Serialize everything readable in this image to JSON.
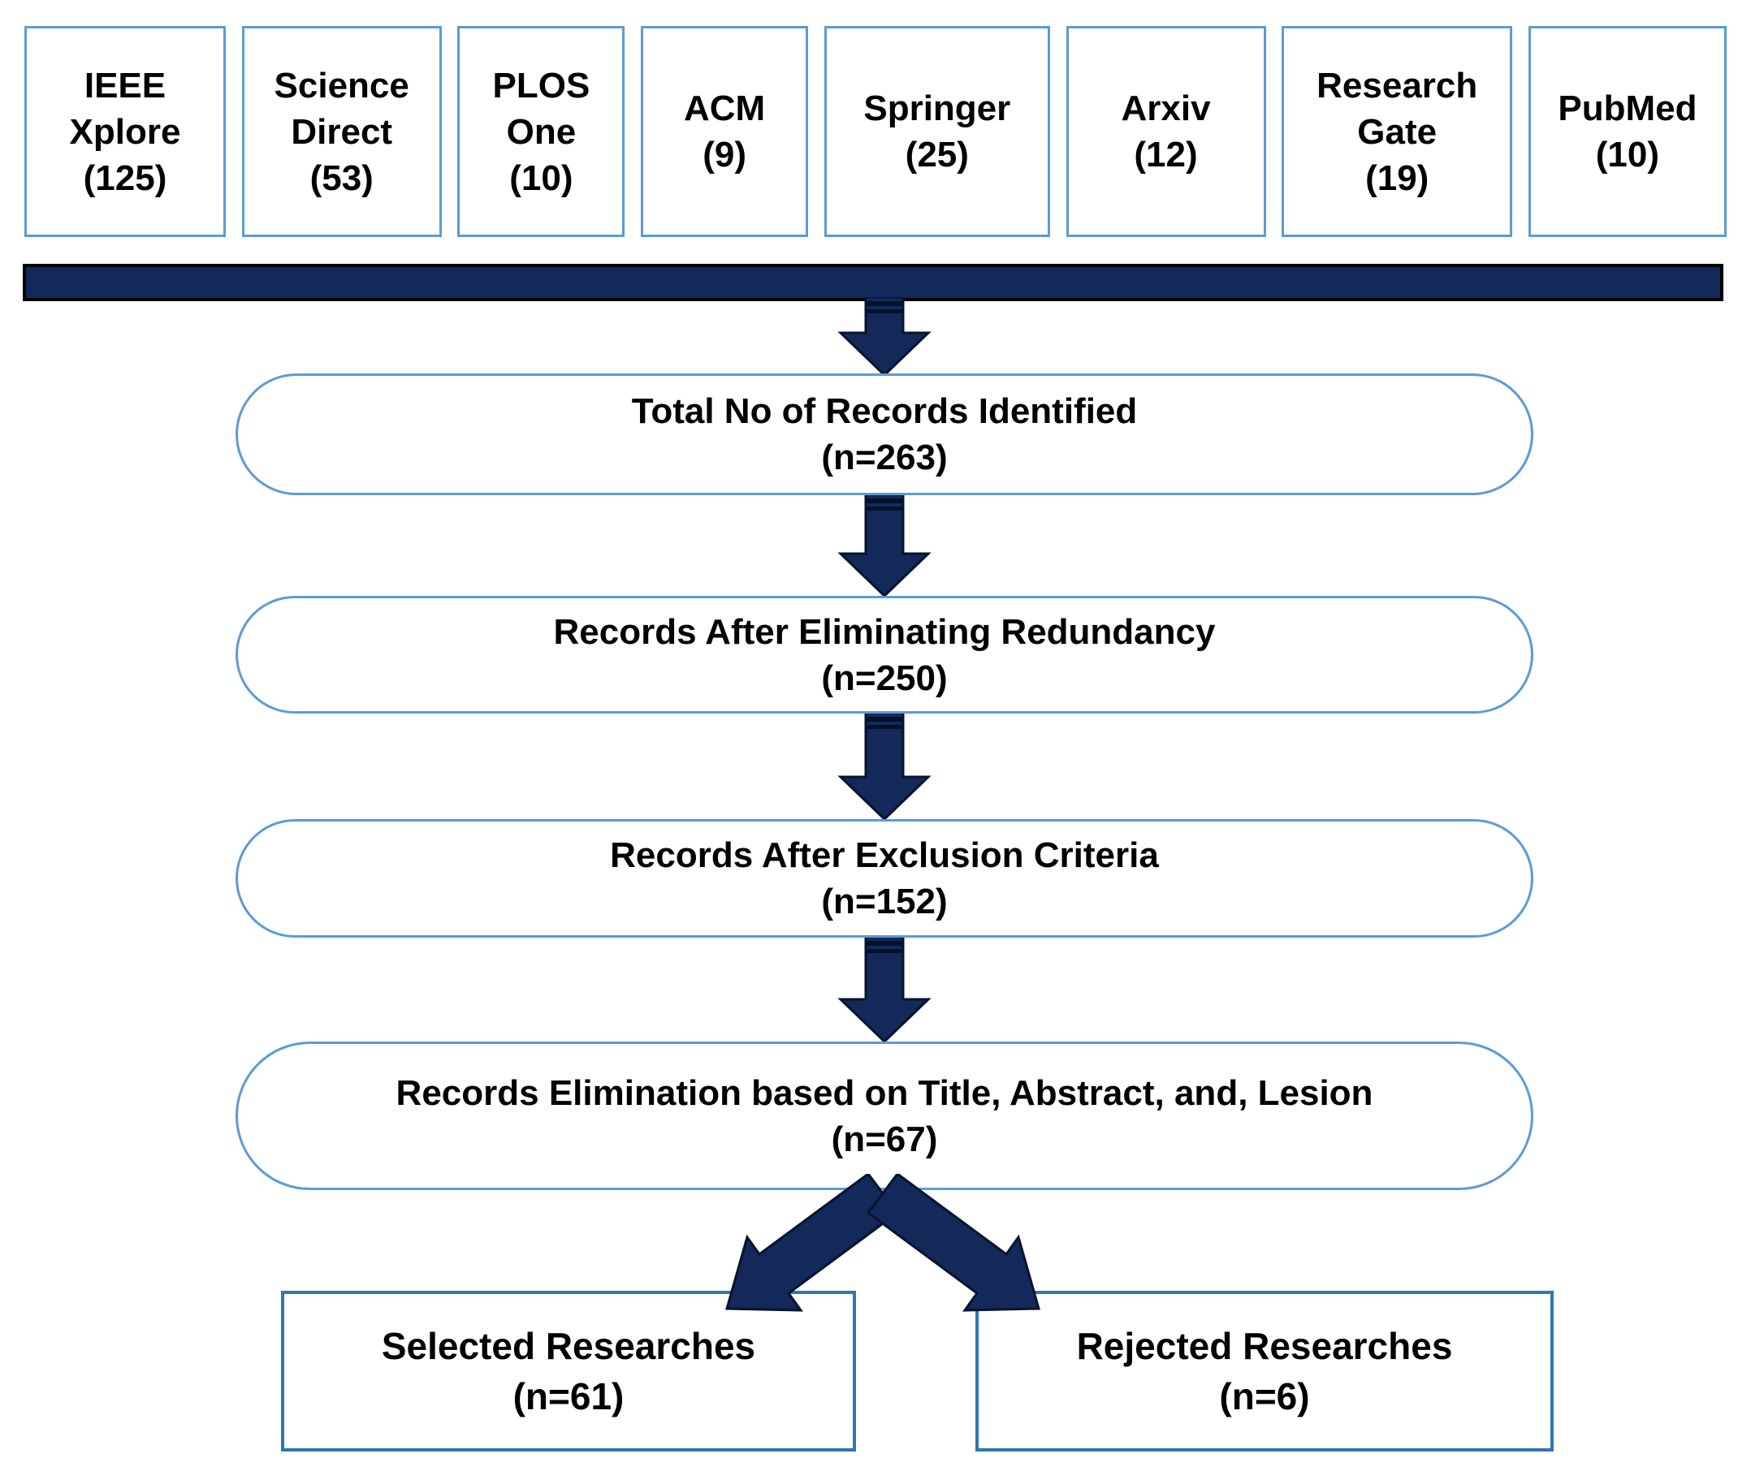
{
  "colors": {
    "navy_arrow": "#12295A",
    "light_blue_border": "#5B9BD5",
    "strong_blue_border": "#2E75B6",
    "text": "#000000",
    "background": "#FFFFFF"
  },
  "sources": [
    {
      "name": "IEEE Xplore",
      "count": 125,
      "display": "IEEE\nXplore\n(125)"
    },
    {
      "name": "Science Direct",
      "count": 53,
      "display": "Science\nDirect\n(53)"
    },
    {
      "name": "PLOS One",
      "count": 10,
      "display": "PLOS\nOne\n(10)"
    },
    {
      "name": "ACM",
      "count": 9,
      "display": "ACM\n(9)"
    },
    {
      "name": "Springer",
      "count": 25,
      "display": "Springer\n(25)"
    },
    {
      "name": "Arxiv",
      "count": 12,
      "display": "Arxiv\n(12)"
    },
    {
      "name": "Research Gate",
      "count": 19,
      "display": "Research\nGate\n(19)"
    },
    {
      "name": "PubMed",
      "count": 10,
      "display": "PubMed\n(10)"
    }
  ],
  "stages": [
    {
      "title": "Total No of Records Identified",
      "n": "(n=263)"
    },
    {
      "title": "Records After Eliminating Redundancy",
      "n": "(n=250)"
    },
    {
      "title": "Records After Exclusion Criteria",
      "n": "(n=152)"
    },
    {
      "title": "Records Elimination based on Title, Abstract, and, Lesion",
      "n": "(n=67)"
    }
  ],
  "outcomes": [
    {
      "title": "Selected Researches",
      "n": "(n=61)"
    },
    {
      "title": "Rejected Researches",
      "n": "(n=6)"
    }
  ]
}
